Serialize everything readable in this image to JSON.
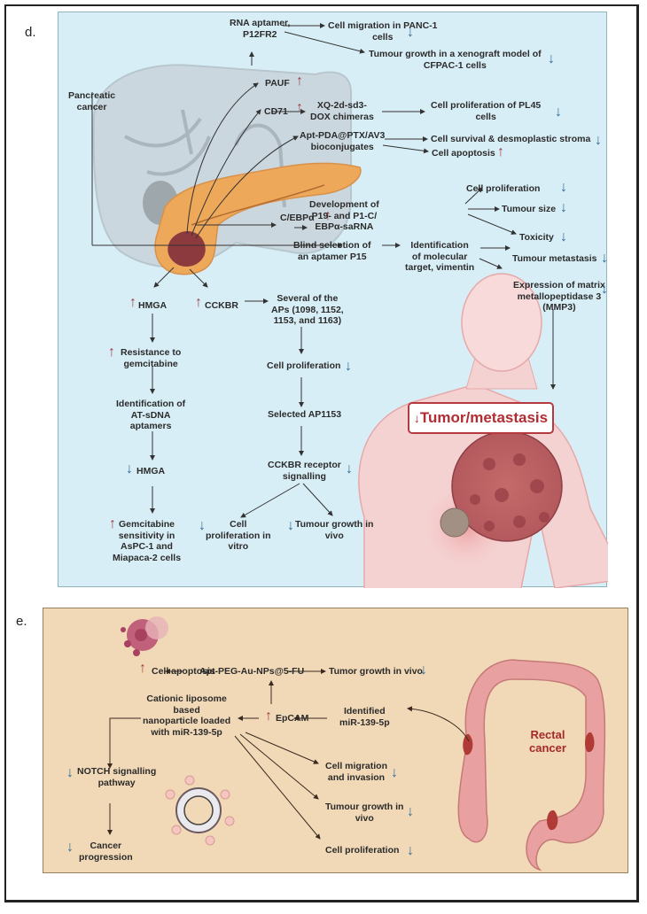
{
  "panels": {
    "d": {
      "label": "d.",
      "colors": {
        "background": "#d8eef6",
        "up_arrow": "#a0414a",
        "down_arrow": "#2f6e9a",
        "tumor_box": "#b53a3f"
      },
      "nodes": {
        "pancreatic_cancer": "Pancreatic\ncancer",
        "rna_aptamer": "RNA aptamer,\nP12FR2",
        "cell_migration_panc1": "Cell migration in PANC-1\ncells",
        "tumour_growth_xenograft": "Tumour growth in a xenograft model of\nCFPAC-1 cells",
        "pauf": "PAUF",
        "cd71": "CD71",
        "xq_chimeras": "XQ-2d-sd3-\nDOX chimeras",
        "cell_prolif_pl45": "Cell proliferation of PL45\ncells",
        "apt_pda": "Apt-PDA@PTX/AV3\nbioconjugates",
        "cell_survival": "Cell survival & desmoplastic stroma",
        "cell_apoptosis": "Cell apoptosis",
        "cebpa": "C/EBPα",
        "development_of": "Development of\nP19- and P1-C/\nEBPα-saRNA",
        "cell_proliferation_1": "Cell proliferation",
        "tumour_size": "Tumour size",
        "toxicity": "Toxicity",
        "blind_selection": "Blind selection of\nan aptamer P15",
        "identification_vimentin": "Identification\nof molecular\ntarget, vimentin",
        "tumour_metastasis": "Tumour metastasis",
        "mmp3": "Expression of matrix\nmetallopeptidase 3\n(MMP3)",
        "hmga_up": "HMGA",
        "cckbr": "CCKBR",
        "several_aps": "Several of the\nAPs (1098, 1152,\n1153, and 1163)",
        "resistance": "Resistance to\ngemcitabine",
        "cell_proliferation_2": "Cell proliferation",
        "identification_at": "Identification of\nAT-sDNA\naptamers",
        "selected_ap": "Selected AP1153",
        "hmga_down": "HMGA",
        "cckbr_signalling": "CCKBR receptor\nsignalling",
        "gemcitabine_sensitivity": "Gemcitabine\nsensitivity in\nAsPC-1 and\nMiapaca-2 cells",
        "cell_prolif_vitro": "Cell\nproliferation in\nvitro",
        "tumour_growth_vivo": "Tumour growth in\nvivo",
        "tumor_metastasis_box": "Tumor/metastasis"
      },
      "arrow_glyphs": {
        "up": "↑",
        "down": "↓"
      }
    },
    "e": {
      "label": "e.",
      "colors": {
        "background": "#f1d9b7",
        "rectal_label": "#a42a2a"
      },
      "nodes": {
        "cell_apoptosis": "Cell apoptosis",
        "apt_peg": "Apt-PEG-Au-NPs@5-FU",
        "tumor_growth_vivo": "Tumor growth in vivo",
        "cationic_liposome": "Cationic liposome\nbased\nnanoparticle loaded\nwith miR-139-5p",
        "epcam": "EpCAM",
        "identified_mir": "Identified\nmiR-139-5p",
        "notch": "NOTCH signalling\npathway",
        "cell_migration": "Cell migration\nand invasion",
        "tumour_growth_vivo": "Tumour growth in\nvivo",
        "cancer_progression": "Cancer\nprogression",
        "cell_proliferation": "Cell proliferation",
        "rectal_cancer": "Rectal\ncancer"
      }
    }
  }
}
